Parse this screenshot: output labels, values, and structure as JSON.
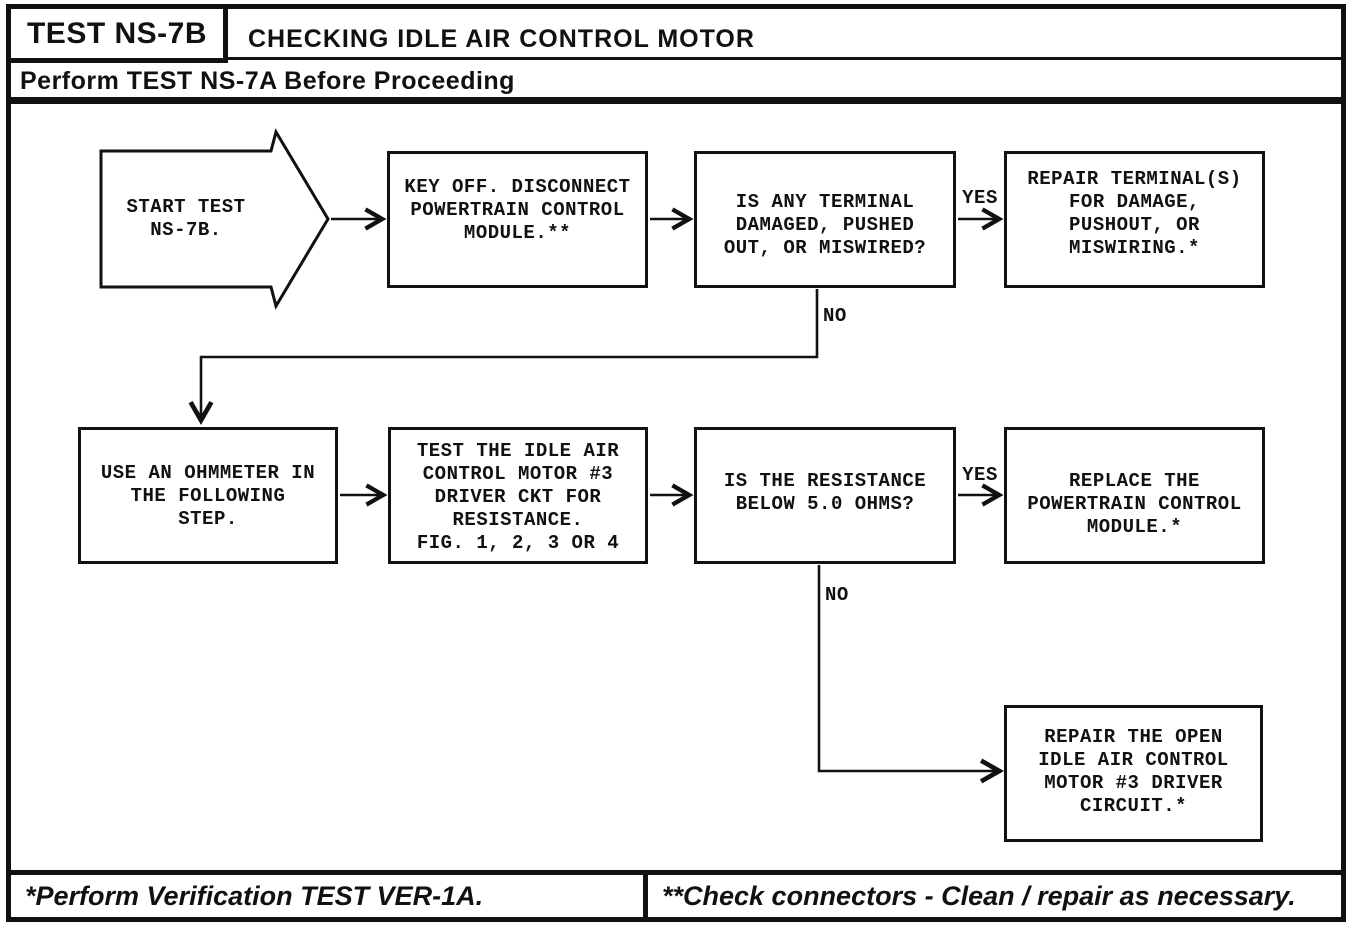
{
  "header": {
    "test_id": "TEST NS-7B",
    "title": "CHECKING IDLE AIR CONTROL MOTOR",
    "subtitle": "Perform TEST NS-7A Before Proceeding"
  },
  "nodes": {
    "start": "START TEST\nNS-7B.",
    "key_off": "KEY OFF. DISCONNECT\nPOWERTRAIN CONTROL\nMODULE.**",
    "terminal_question": "IS ANY TERMINAL\nDAMAGED, PUSHED\nOUT, OR MISWIRED?",
    "repair_terminal": "REPAIR TERMINAL(S)\nFOR DAMAGE,\nPUSHOUT, OR\nMISWIRING.*",
    "use_ohmmeter": "USE AN OHMMETER IN\nTHE FOLLOWING\nSTEP.",
    "test_driver_ckt": "TEST THE IDLE AIR\nCONTROL MOTOR #3\nDRIVER CKT FOR\nRESISTANCE.\nFIG. 1, 2, 3 OR 4",
    "resistance_question": "IS THE RESISTANCE\nBELOW 5.0 OHMS?",
    "replace_pcm": "REPLACE THE\nPOWERTRAIN CONTROL\nMODULE.*",
    "repair_open_circuit": "REPAIR THE OPEN\nIDLE AIR CONTROL\nMOTOR #3 DRIVER\nCIRCUIT.*"
  },
  "edge_labels": {
    "yes_terminal": "YES",
    "no_terminal": "NO",
    "yes_resistance": "YES",
    "no_resistance": "NO"
  },
  "footer": {
    "left_note": "*Perform Verification TEST VER-1A.",
    "right_note": "**Check connectors - Clean / repair as necessary."
  },
  "colors": {
    "ink": "#111111",
    "paper": "#ffffff"
  }
}
